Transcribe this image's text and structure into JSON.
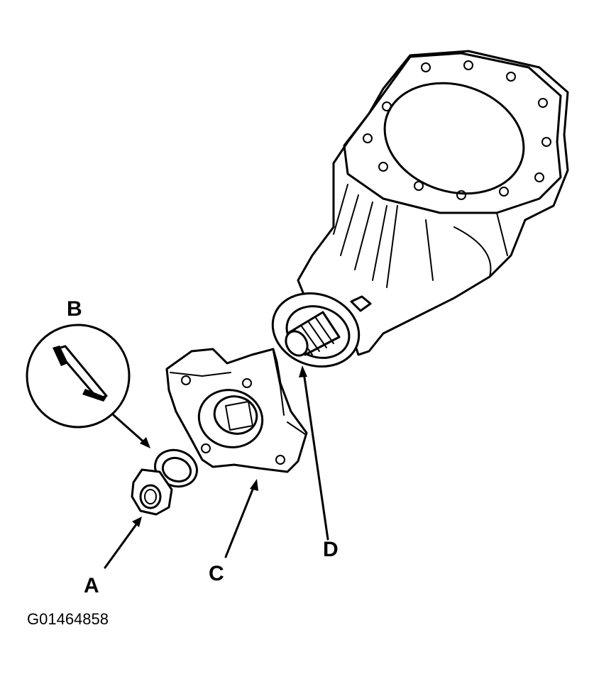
{
  "labels": {
    "a": "A",
    "b": "B",
    "c": "C",
    "d": "D"
  },
  "figure_id": "G01464858",
  "colors": {
    "line": "#000000",
    "background": "#ffffff"
  }
}
